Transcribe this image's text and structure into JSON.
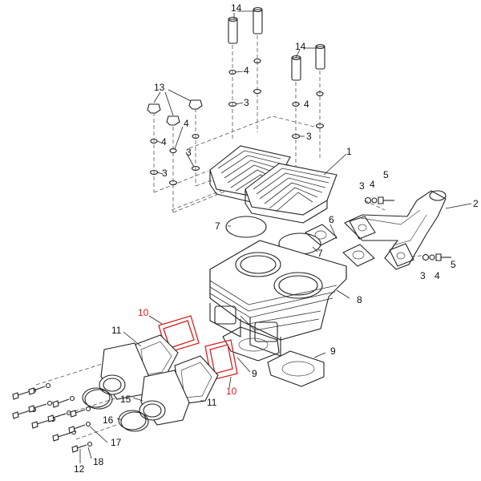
{
  "colors": {
    "line": "#222222",
    "highlight": "#d62020",
    "background": "#ffffff"
  },
  "callouts": [
    {
      "id": "c14a",
      "text": "14"
    },
    {
      "id": "c14b",
      "text": "14"
    },
    {
      "id": "c13",
      "text": "13"
    },
    {
      "id": "c4a",
      "text": "4"
    },
    {
      "id": "c3a",
      "text": "3"
    },
    {
      "id": "c4b",
      "text": "4"
    },
    {
      "id": "c3b",
      "text": "3"
    },
    {
      "id": "c4c",
      "text": "4"
    },
    {
      "id": "c4d",
      "text": "4"
    },
    {
      "id": "c3c",
      "text": "3"
    },
    {
      "id": "c3d",
      "text": "3"
    },
    {
      "id": "c1",
      "text": "1"
    },
    {
      "id": "c3e",
      "text": "3"
    },
    {
      "id": "c4e",
      "text": "4"
    },
    {
      "id": "c5a",
      "text": "5"
    },
    {
      "id": "c2",
      "text": "2"
    },
    {
      "id": "c7a",
      "text": "7"
    },
    {
      "id": "c6",
      "text": "6"
    },
    {
      "id": "c7b",
      "text": "7"
    },
    {
      "id": "c5b",
      "text": "5"
    },
    {
      "id": "c3f",
      "text": "3"
    },
    {
      "id": "c4f",
      "text": "4"
    },
    {
      "id": "c8",
      "text": "8"
    },
    {
      "id": "c10a",
      "text": "10"
    },
    {
      "id": "c11a",
      "text": "11"
    },
    {
      "id": "c9a",
      "text": "9"
    },
    {
      "id": "c9b",
      "text": "9"
    },
    {
      "id": "c10b",
      "text": "10"
    },
    {
      "id": "c15",
      "text": "15"
    },
    {
      "id": "c11b",
      "text": "11"
    },
    {
      "id": "c16",
      "text": "16"
    },
    {
      "id": "c17",
      "text": "17"
    },
    {
      "id": "c12",
      "text": "12"
    },
    {
      "id": "c18",
      "text": "18"
    }
  ]
}
